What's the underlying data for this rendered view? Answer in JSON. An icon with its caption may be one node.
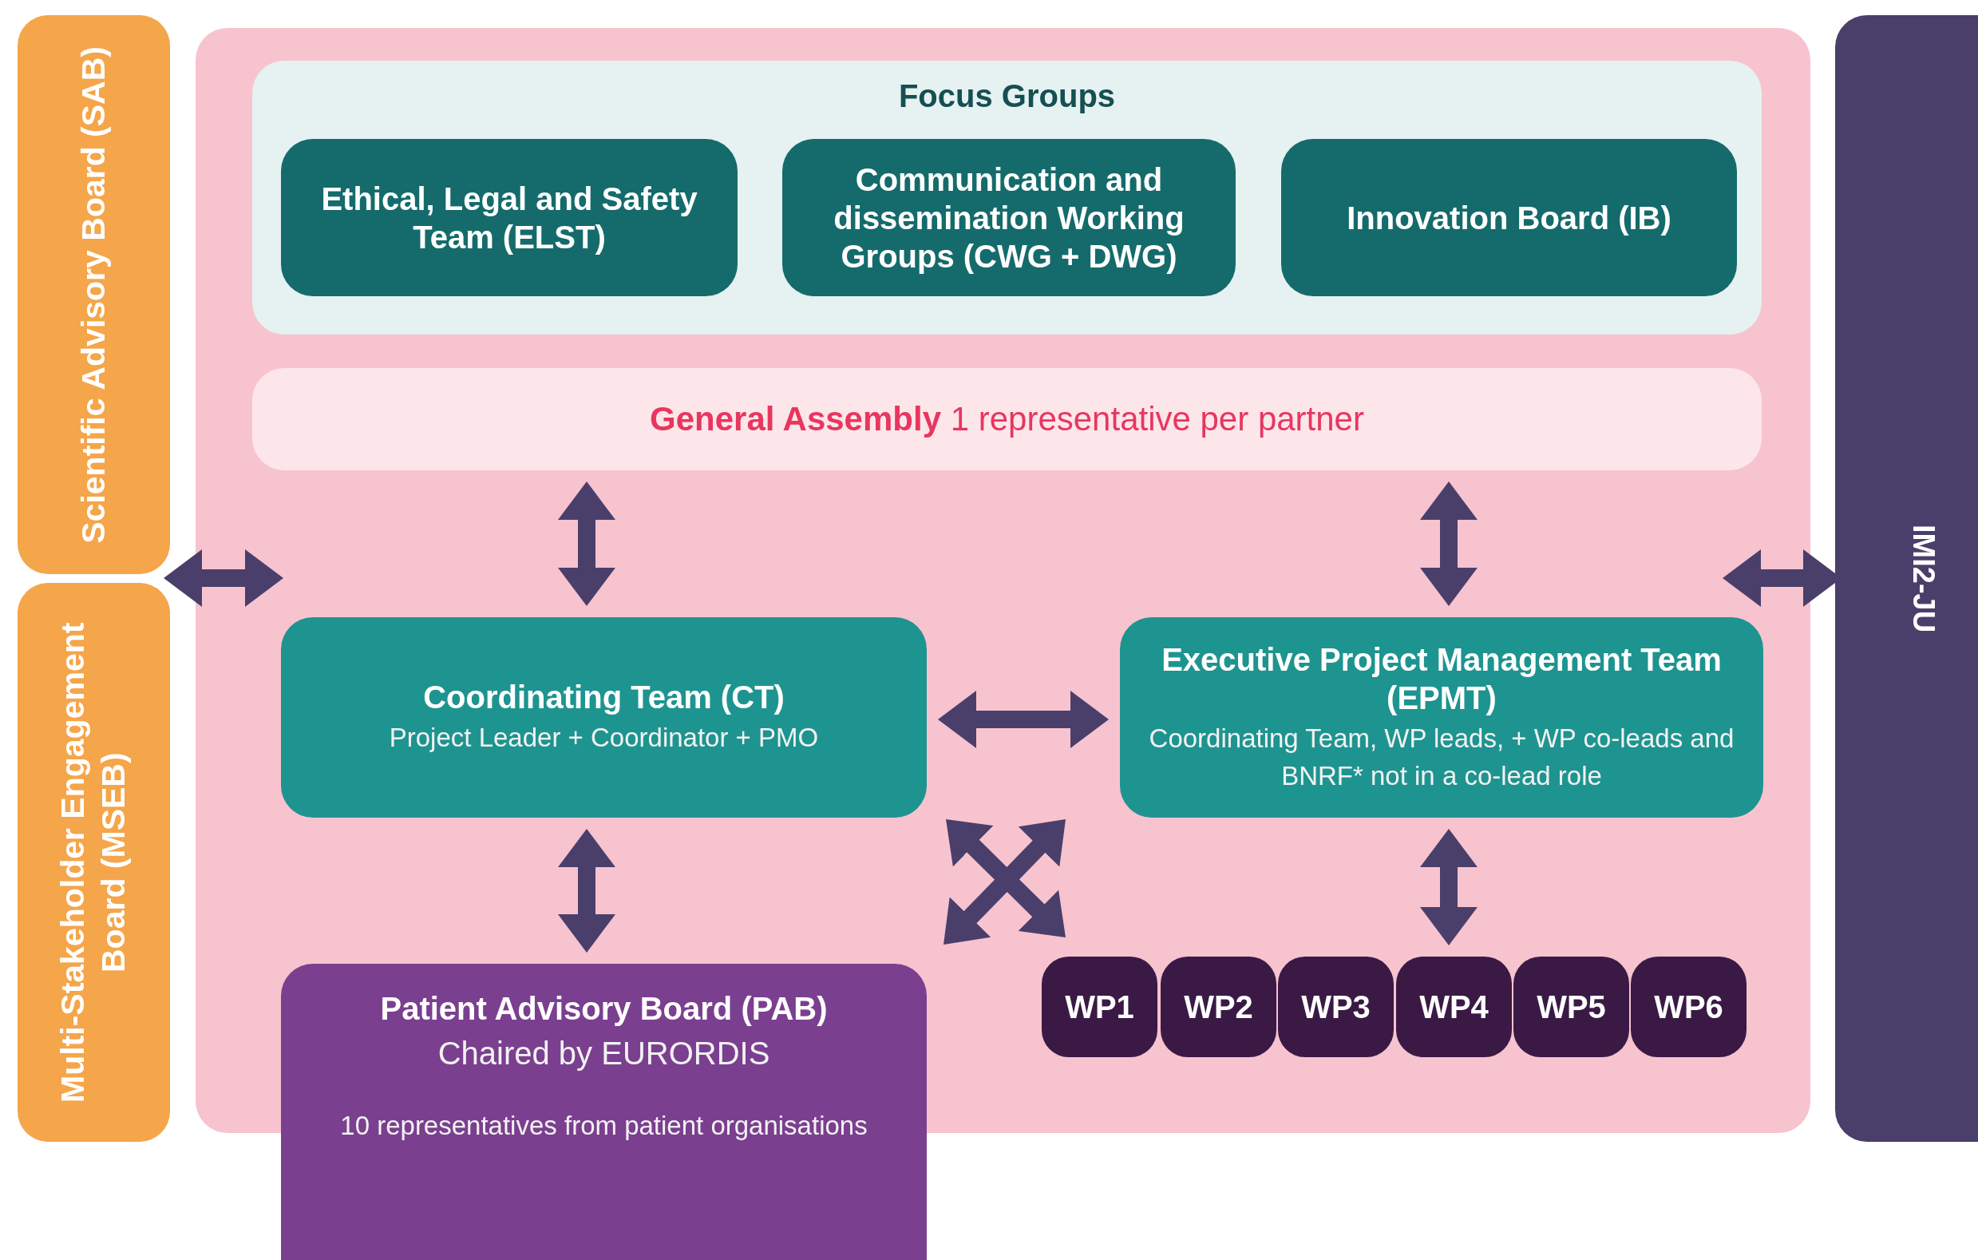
{
  "diagram": {
    "nodes": [
      {
        "text": [
          "Scientific Advisory Board (SAB)"
        ]
      },
      {
        "text": [
          "Multi-Stakeholder Engagement Board (MSEB)"
        ]
      },
      {
        "text": [],
        "shape": "box"
      },
      {
        "text": [
          "Focus Groups"
        ],
        "in": 2
      },
      {
        "text": [
          "Ethical, Legal and Safety Team (ELST)"
        ],
        "in": 3
      },
      {
        "text": [
          "Communication and dissemination Working Groups (CWG + DWG)"
        ],
        "in": 3
      },
      {
        "text": [
          "Innovation Board (IB)"
        ],
        "in": 3
      },
      {
        "text": [
          "**General Assembly** 1 representative per partner"
        ],
        "in": 2
      },
      {
        "text": [
          "Coordinating Team (CT)",
          "Project Leader + Coordinator + PMO"
        ],
        "in": 2
      },
      {
        "text": [
          "Executive Project Management Team (EPMT)",
          "Coordinating Team, WP leads, + WP co-leads and BNRF* not in a co-lead role"
        ],
        "in": 2
      },
      {
        "text": [
          "Patient Advisory Board (PAB)",
          "Chaired by EURORDIS",
          "10 representatives from patient organisations"
        ]
      },
      {
        "text": [
          "WP1"
        ],
        "in": 2
      },
      {
        "text": [
          "WP2"
        ],
        "in": 2
      },
      {
        "text": [
          "WP3"
        ],
        "in": 2
      },
      {
        "text": [
          "WP4"
        ],
        "in": 2
      },
      {
        "text": [
          "WP5"
        ],
        "in": 2
      },
      {
        "text": [
          "WP6"
        ],
        "in": 2
      },
      {
        "text": [
          "IMI2-JU"
        ]
      }
    ],
    "edges": [
      {
        "from": 0,
        "to": 2,
        "arrow": "both"
      },
      {
        "from": 17,
        "to": 2,
        "arrow": "both"
      },
      {
        "from": 7,
        "to": 8,
        "arrow": "both"
      },
      {
        "from": 7,
        "to": 9,
        "arrow": "both"
      },
      {
        "from": 8,
        "to": 9,
        "arrow": "both"
      },
      {
        "from": 8,
        "to": 10,
        "arrow": "both"
      },
      {
        "from": 9,
        "to": 14,
        "arrow": "both"
      },
      {
        "from": 8,
        "to": 11,
        "arrow": "both"
      },
      {
        "from": 9,
        "to": 10,
        "arrow": "both"
      }
    ]
  }
}
